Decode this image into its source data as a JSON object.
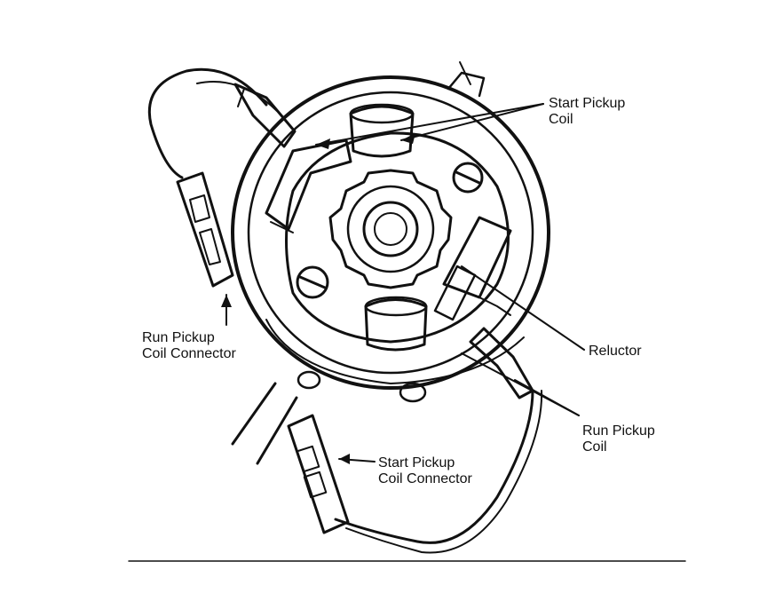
{
  "labels": {
    "start_pickup_coil": {
      "line1": "Start Pickup",
      "line2": "Coil"
    },
    "reluctor": "Reluctor",
    "run_pickup_coil": {
      "line1": "Run Pickup",
      "line2": "Coil"
    },
    "run_pickup_coil_connector": {
      "line1": "Run Pickup",
      "line2": "Coil Connector"
    },
    "start_pickup_coil_connector": {
      "line1": "Start Pickup",
      "line2": "Coil Connector"
    }
  },
  "colors": {
    "ink": "#111111",
    "paper": "#ffffff",
    "shade": "#888888"
  }
}
